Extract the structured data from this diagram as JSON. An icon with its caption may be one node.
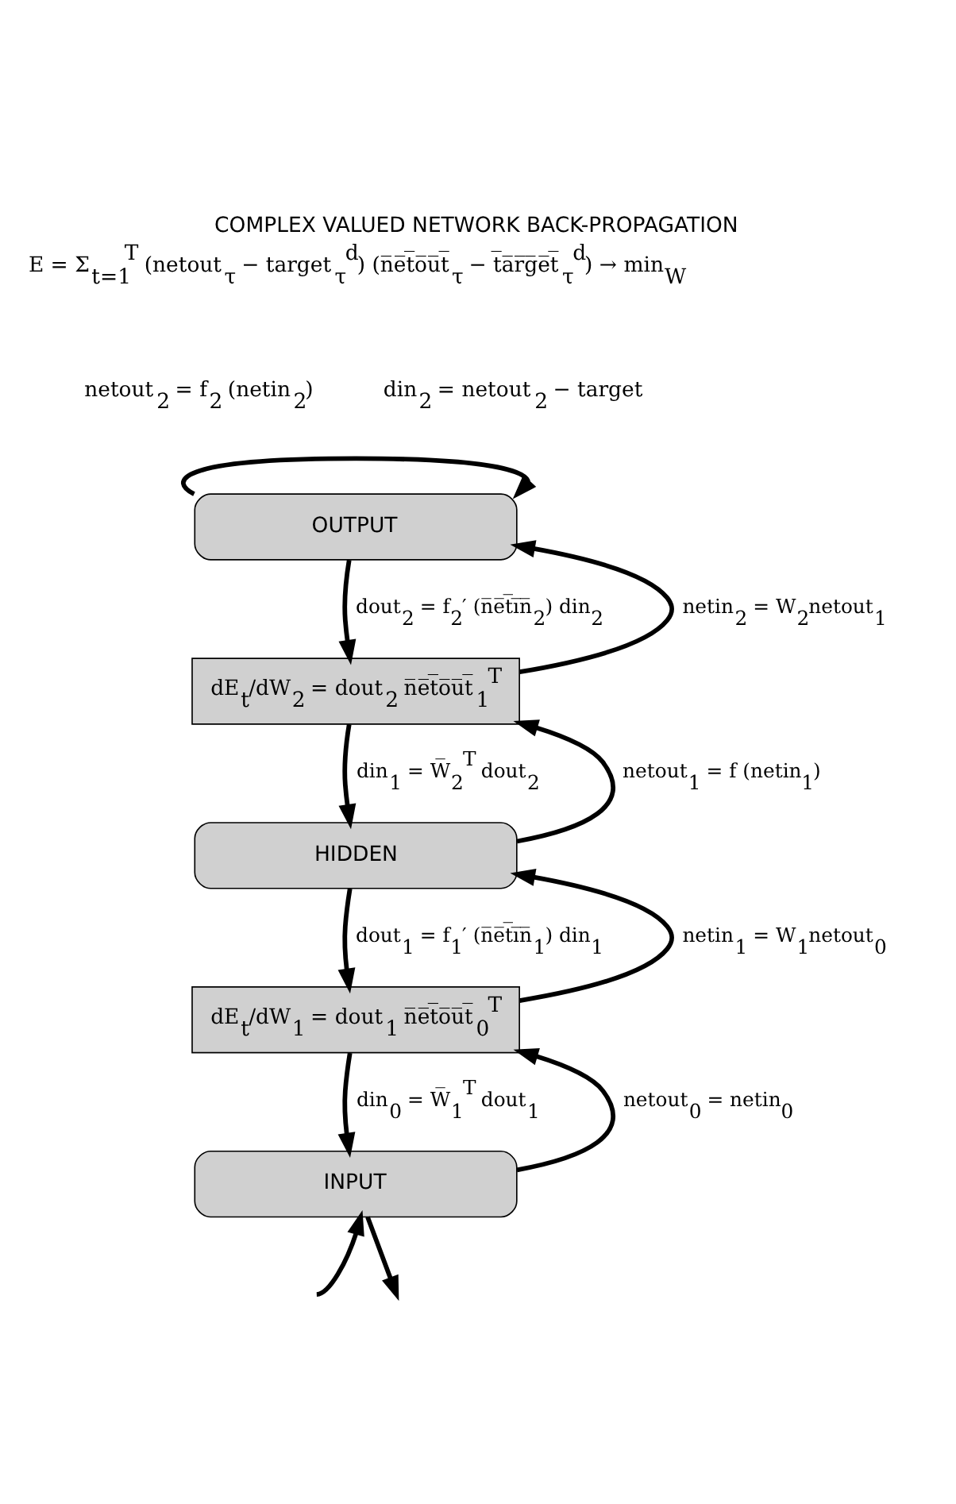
{
  "diagram": {
    "title": "COMPLEX VALUED NETWORK BACK-PROPAGATION",
    "nodes": [
      {
        "text": [
          "OUTPUT"
        ]
      },
      {
        "text": [
          "dE$_{t}$/dW$_{2}$ = dout$_{2}$ n̅e̅t̅o̅u̅t̅$_{1}$$^{T}$"
        ]
      },
      {
        "text": [
          "HIDDEN"
        ]
      },
      {
        "text": [
          "dE$_{t}$/dW$_{1}$ = dout$_{1}$ n̅e̅t̅o̅u̅t̅$_{0}$$^{T}$"
        ]
      },
      {
        "text": [
          "INPUT"
        ]
      }
    ],
    "edges": [
      {
        "from": 0,
        "to": 0,
        "arrow": "to"
      },
      {
        "from": 1,
        "to": 0,
        "arrow": "to",
        "label": "netin$_{2}$ = W$_{2}$netout$_{1}$"
      },
      {
        "from": 0,
        "to": 1,
        "arrow": "to",
        "label": "dout$_{2}$ = f$_{2}$′ (n̅e̅t̅i̅n̅$_{2}$) din$_{2}$"
      },
      {
        "from": 2,
        "to": 1,
        "arrow": "to",
        "label": "netout$_{1}$ = f (netin$_{1}$)"
      },
      {
        "from": 1,
        "to": 2,
        "arrow": "to",
        "label": "din$_{1}$ = W̅$_{2}$$^{T}$ dout$_{2}$"
      },
      {
        "from": 3,
        "to": 2,
        "arrow": "to",
        "label": "netin$_{1}$ = W$_{1}$netout$_{0}$"
      },
      {
        "from": 2,
        "to": 3,
        "arrow": "to",
        "label": "dout$_{1}$ = f$_{1}$′ (n̅e̅t̅i̅n̅$_{1}$) din$_{1}$"
      },
      {
        "from": 4,
        "to": 3,
        "arrow": "to",
        "label": "netout$_{0}$ = netin$_{0}$"
      },
      {
        "from": 3,
        "to": 4,
        "arrow": "to",
        "label": "din$_{0}$ = W̅$_{1}$$^{T}$ dout$_{1}$"
      },
      {
        "from": null,
        "to": 4,
        "arrow": "to"
      },
      {
        "from": 4,
        "to": null,
        "arrow": "to"
      }
    ],
    "labels": [
      "E = Σ$_{t=1}$$^{T}$ (netout$_{τ}$ − target$_{τ}$$^{d}$) (n̅e̅t̅o̅u̅t̅$_{τ}$ − t̅a̅r̅g̅e̅t̅$_{τ}$$^{d}$) → min$_{W}$",
      "netout$_{2}$ = f$_{2}$ (netin$_{2}$)",
      "din$_{2}$ = netout$_{2}$ − target"
    ]
  }
}
